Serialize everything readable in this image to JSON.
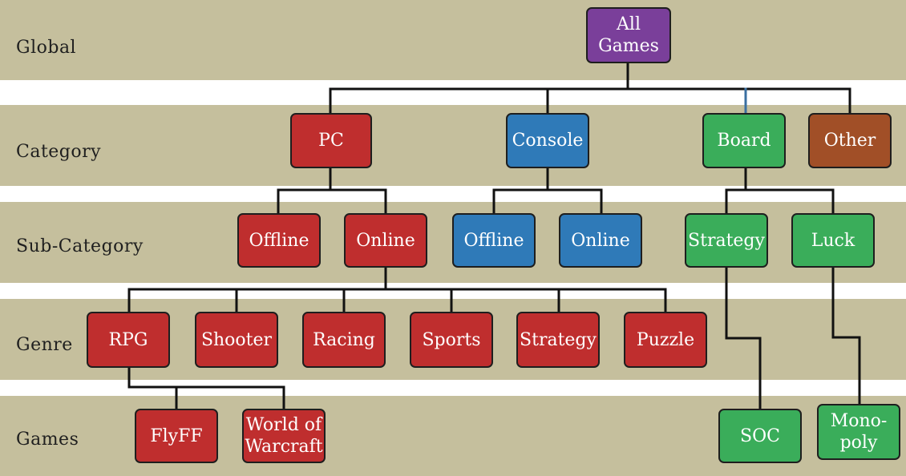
{
  "levels": {
    "global": "Global",
    "category": "Category",
    "sub_category": "Sub-Category",
    "genre": "Genre",
    "games": "Games"
  },
  "nodes": {
    "all_games": "All\nGames",
    "pc": "PC",
    "console": "Console",
    "board": "Board",
    "other": "Other",
    "pc_offline": "Offline",
    "pc_online": "Online",
    "console_offline": "Offline",
    "console_online": "Online",
    "board_strategy": "Strategy",
    "board_luck": "Luck",
    "rpg": "RPG",
    "shooter": "Shooter",
    "racing": "Racing",
    "sports": "Sports",
    "genre_strategy": "Strategy",
    "puzzle": "Puzzle",
    "flyff": "FlyFF",
    "wow": "World of\nWarcraft",
    "soc": "SOC",
    "monopoly": "Mono-\npoly"
  },
  "colors": {
    "band": "#c5bf9d",
    "global": "#7a3f9a",
    "pc": "#bf2e2e",
    "console": "#2f7ab8",
    "board": "#3aad5a",
    "other": "#a14f27",
    "connector": "#111111"
  }
}
